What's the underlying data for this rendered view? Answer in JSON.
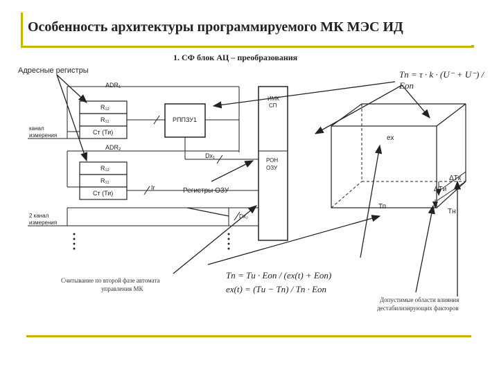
{
  "title": "Особенность архитектуры программируемого МК МЭС ИД",
  "subtitle": "1. СФ  блок АЦ – преобразования",
  "labels": {
    "address_registers": "Адресные регистры",
    "adr1": "ADR₁",
    "adr2": "ADR₂",
    "r12_a": "R₁₂",
    "r11_a": "R₁₁",
    "ct_a": "Ст (Ти)",
    "r12_b": "R₁₂",
    "r11_b": "R₁₁",
    "ct_b": "Ст (Ти)",
    "channel_a_line1": "канал",
    "channel_a_line2": "измерения",
    "channel_b_line1": "2 канал",
    "channel_b_line2": "измерения",
    "rppzu": "РППЗУ1",
    "dx1": "Dx₁",
    "dx2": "Dx₂",
    "ir": "Ir",
    "imk_sp_line1": "ИМК",
    "imk_sp_line2": "СП",
    "ron_ozu_line1": "РОН",
    "ron_ozu_line2": "ОЗУ",
    "ozu_registers": "Регистры ОЗУ",
    "ex": "ex",
    "tp": "Тп",
    "d_tk": "ΔTк",
    "d_ti": "ΔTи",
    "ti": "Тн",
    "read_phase_line1": "Считывание по второй фазе автомата",
    "read_phase_line2": "управления МК",
    "areas_line1": "Допустимые области влияния",
    "areas_line2": "дестабилизирующих факторов"
  },
  "formulas": {
    "top": "Tп = τ · k · (U⁻ + U⁻) / Eоп",
    "bottom_left": "Tп = Tи · Eоп / (ex(t) + Eоп)",
    "bottom_right": "ex(t) = (Tи − Tп) / Tп · Eоп"
  }
}
